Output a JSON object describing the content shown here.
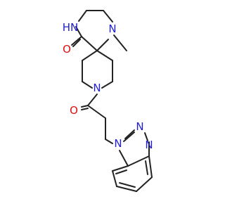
{
  "molecule": {
    "atom_labels": {
      "nh": "HN",
      "n_methyl": "N",
      "o_lactam": "O",
      "n_piperidine": "N",
      "o_amide": "O",
      "n1_triazole": "N",
      "n2_triazole": "N",
      "n3_triazole": "N"
    }
  },
  "colors": {
    "bond": "#222222",
    "nitrogen": "#2020d0",
    "oxygen": "#e01010",
    "background": "#ffffff"
  }
}
